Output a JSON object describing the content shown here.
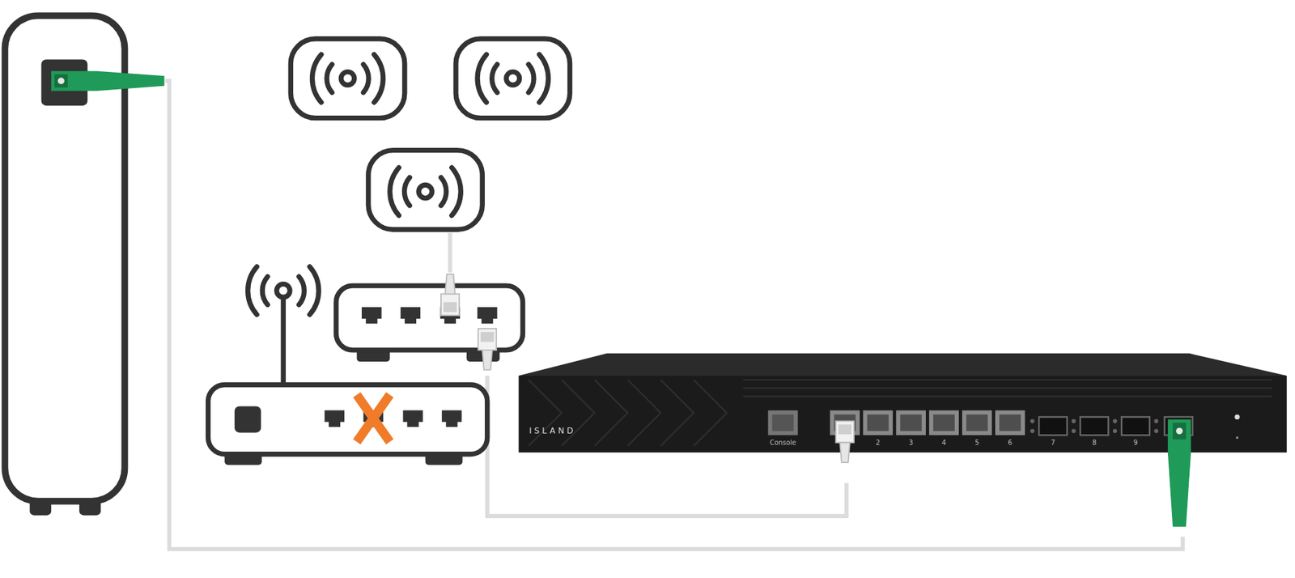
{
  "diagram": {
    "labels": [
      "ISLAND",
      "Console",
      "2",
      "3",
      "4",
      "5",
      "6",
      "7",
      "8",
      "9"
    ]
  }
}
